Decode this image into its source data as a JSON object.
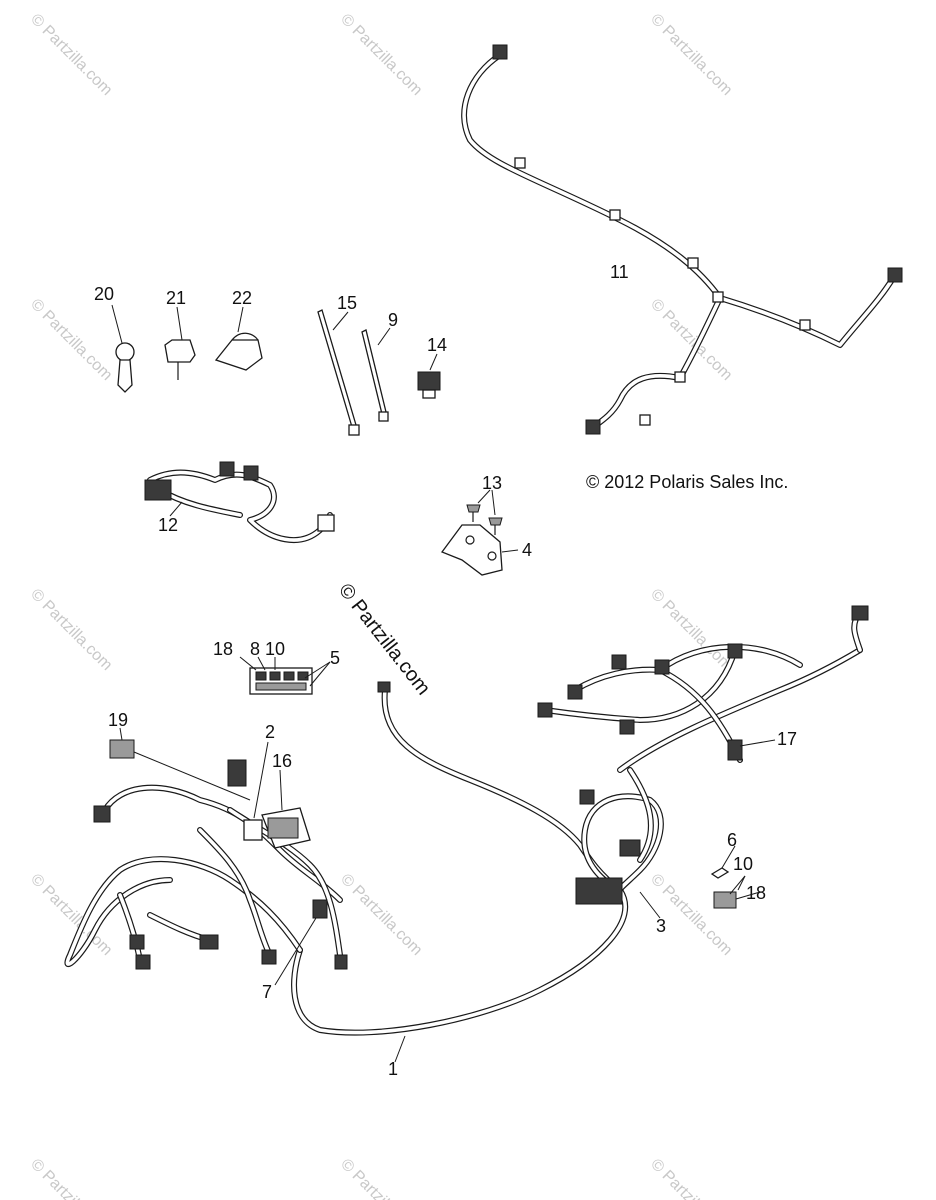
{
  "copyright": "© 2012 Polaris Sales Inc.",
  "watermark": "© Partzilla.com",
  "watermark_center": "© Partzilla.com",
  "callouts": {
    "c1": "1",
    "c2": "2",
    "c3": "3",
    "c4": "4",
    "c5": "5",
    "c6": "6",
    "c7": "7",
    "c8": "8",
    "c9": "9",
    "c10a": "10",
    "c10b": "10",
    "c11": "11",
    "c12": "12",
    "c13": "13",
    "c14": "14",
    "c15": "15",
    "c16": "16",
    "c17": "17",
    "c18a": "18",
    "c18b": "18",
    "c19": "19",
    "c20": "20",
    "c21": "21",
    "c22": "22"
  }
}
